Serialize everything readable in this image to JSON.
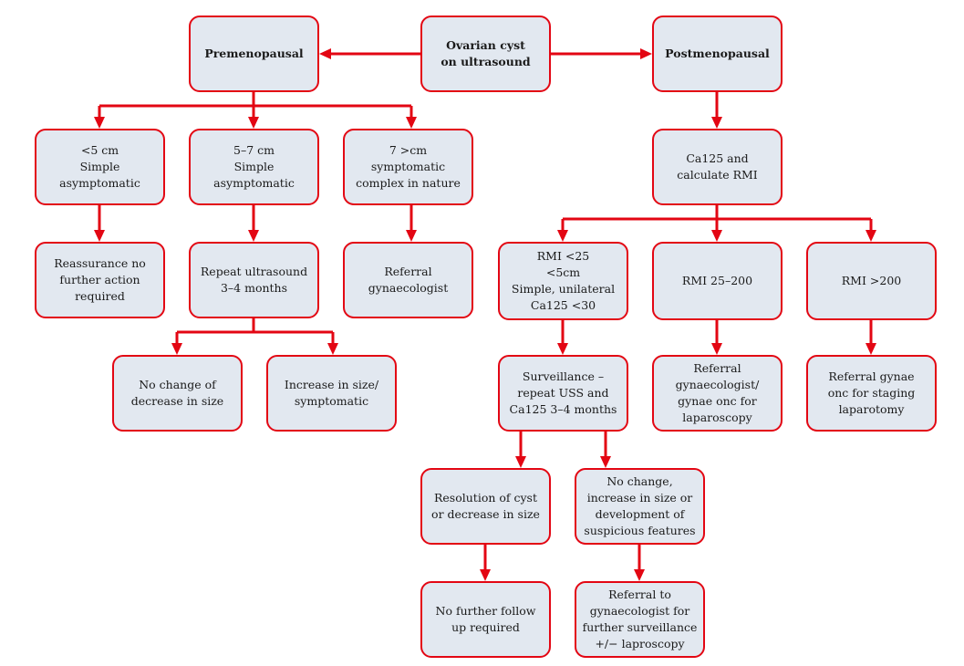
{
  "diagram": {
    "colors": {
      "stroke": "#e30613",
      "fill": "#e2e8f0",
      "text": "#1a1a1a"
    },
    "nodes": {
      "root": "Ovarian cyst\non ultrasound",
      "pre": "Premenopausal",
      "post": "Postmenopausal",
      "lt5": "<5 cm\nSimple\nasymptomatic",
      "b57": "5–7 cm\nSimple\nasymptomatic",
      "gt7": "7 >cm\nsymptomatic\ncomplex in nature",
      "reassure": "Reassurance no\nfurther action\nrequired",
      "repeat": "Repeat ultrasound\n3–4 months",
      "refgyn": "Referral\ngynaecologist",
      "nochange": "No change of\ndecrease in size",
      "increase": "Increase in size/\nsymptomatic",
      "ca125": "Ca125 and\ncalculate RMI",
      "rmi25": "RMI <25\n<5cm\nSimple, unilateral\nCa125 <30",
      "rmi25200": "RMI 25–200",
      "rmi200": "RMI >200",
      "surv": "Surveillance –\nrepeat USS and\nCa125 3–4 months",
      "refgynonc": "Referral\ngynaecologist/\ngynae onc for\nlaparoscopy",
      "refstaging": "Referral gynae\nonc for staging\nlaparotomy",
      "resolution": "Resolution of cyst\nor decrease in size",
      "nochange2": "No change,\nincrease in size or\ndevelopment of\nsuspicious features",
      "nofollow": "No further follow\nup required",
      "reffurther": "Referral to\ngynaecologist for\nfurther surveillance\n+/− laproscopy"
    },
    "edges": [
      [
        "root",
        "pre"
      ],
      [
        "root",
        "post"
      ],
      [
        "pre",
        "lt5"
      ],
      [
        "pre",
        "b57"
      ],
      [
        "pre",
        "gt7"
      ],
      [
        "lt5",
        "reassure"
      ],
      [
        "b57",
        "repeat"
      ],
      [
        "gt7",
        "refgyn"
      ],
      [
        "repeat",
        "nochange"
      ],
      [
        "repeat",
        "increase"
      ],
      [
        "post",
        "ca125"
      ],
      [
        "ca125",
        "rmi25"
      ],
      [
        "ca125",
        "rmi25200"
      ],
      [
        "ca125",
        "rmi200"
      ],
      [
        "rmi25",
        "surv"
      ],
      [
        "rmi25200",
        "refgynonc"
      ],
      [
        "rmi200",
        "refstaging"
      ],
      [
        "surv",
        "resolution"
      ],
      [
        "surv",
        "nochange2"
      ],
      [
        "resolution",
        "nofollow"
      ],
      [
        "nochange2",
        "reffurther"
      ]
    ]
  }
}
